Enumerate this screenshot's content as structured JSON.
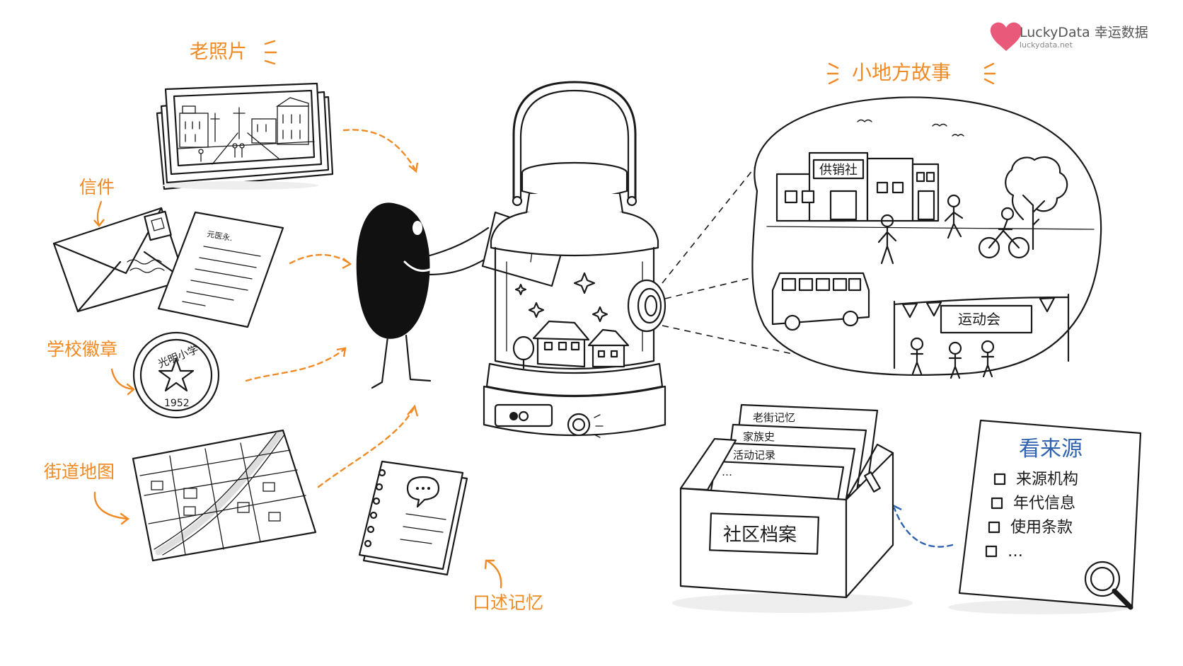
{
  "brand": {
    "name": "LuckyData 幸运数据",
    "url": "luckydata.net",
    "logo_color": "#e8597a"
  },
  "colors": {
    "accent": "#f08a24",
    "checklist_title": "#2f63b0",
    "ink": "#1a1a1a"
  },
  "sources": {
    "old_photos": "老照片",
    "letters": "信件",
    "school_badge": "学校徽章",
    "street_map": "街道地图",
    "oral_memory": "口述记忆"
  },
  "badge": {
    "school_name": "光明小学",
    "year": "1952"
  },
  "letter_text": "元医永.",
  "story": {
    "title": "小地方故事",
    "coop_sign": "供销社",
    "banner": "运动会"
  },
  "archive": {
    "box_label": "社区档案",
    "folders": [
      "老街记忆",
      "家族史",
      "活动记录",
      "…"
    ]
  },
  "checklist": {
    "title": "看来源",
    "items": [
      "来源机构",
      "年代信息",
      "使用条款",
      "…"
    ]
  }
}
